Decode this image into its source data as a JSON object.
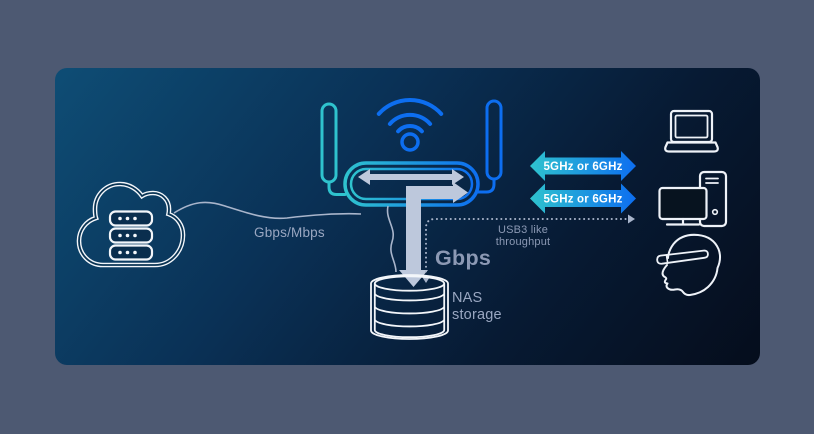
{
  "background": {
    "outer_color": "#4d5972",
    "panel_gradient_start": "#0e4d75",
    "panel_gradient_end": "#050d1c"
  },
  "colors": {
    "teal": "#2fc3ce",
    "blue": "#0d6ef0",
    "light_arrow": "#bdc8dc",
    "line_gray": "#a9b5cb",
    "text_gray": "#9aa7c1",
    "text_gray_dim": "#8c99b4",
    "icon_white": "#eef2f8",
    "arrow_text": "#ffffff"
  },
  "labels": {
    "wan_speed": "Gbps/Mbps",
    "storage_speed": "Gbps",
    "usb_note": [
      "USB3 like",
      "throughput"
    ],
    "nas": [
      "NAS",
      "storage"
    ],
    "band_arrows": [
      "5GHz or 6GHz",
      "5GHz or 6GHz"
    ]
  },
  "icons": {
    "left": "cloud-server-icon",
    "center_top": "wifi-router-icon",
    "signal": "wifi-signal-icon",
    "center_bottom": "nas-storage-icon",
    "right": [
      "laptop-icon",
      "desktop-pc-icon",
      "vr-headset-icon"
    ]
  }
}
